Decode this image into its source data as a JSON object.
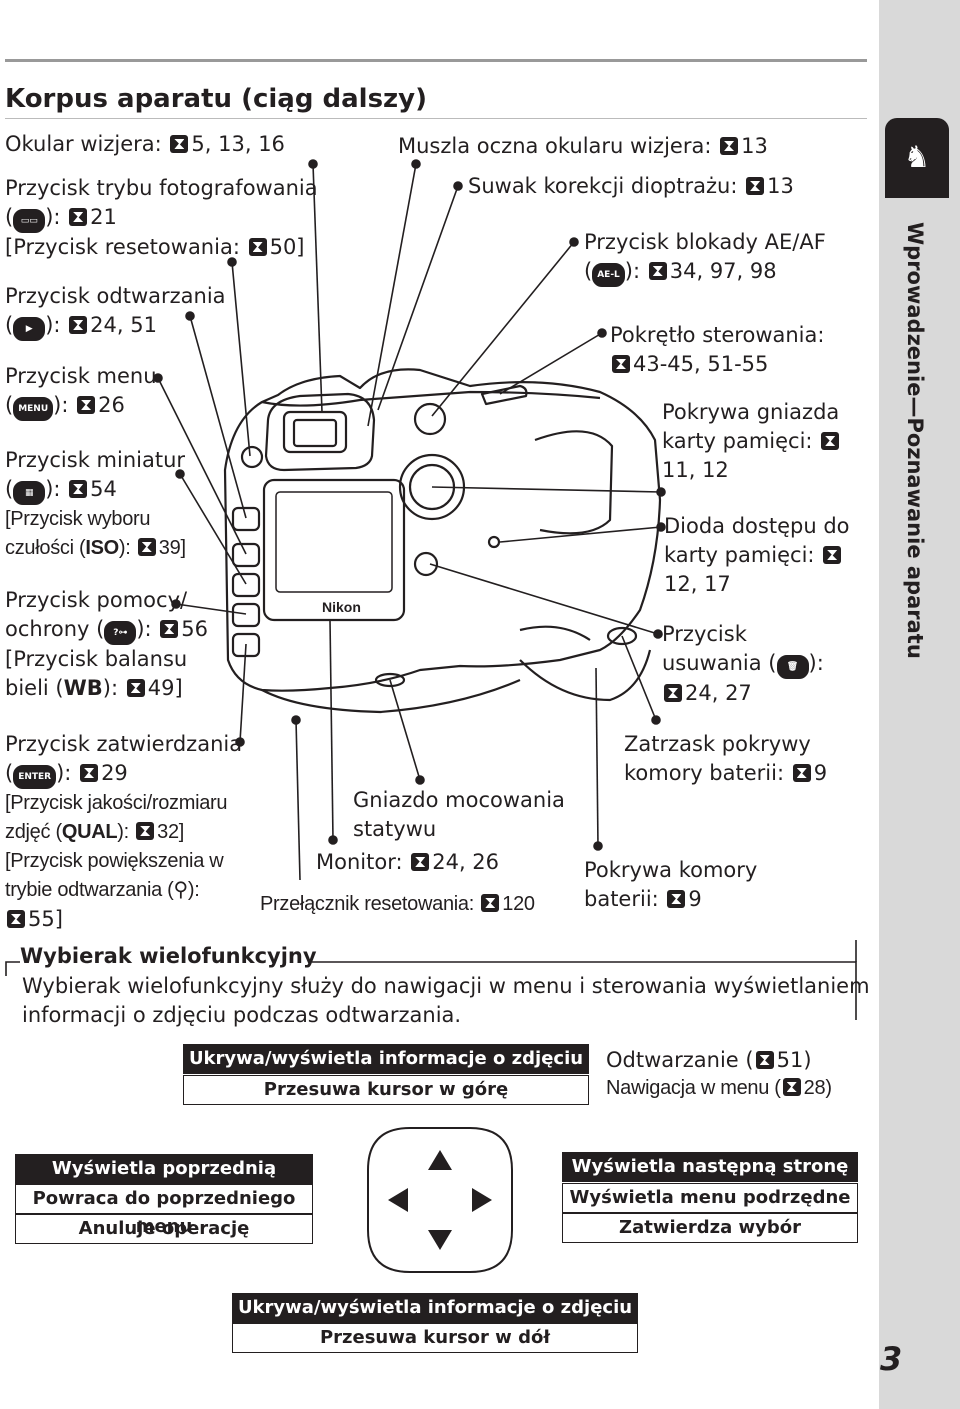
{
  "title": "Korpus aparatu (ciąg dalszy)",
  "side_tab": {
    "text": "Wprowadzenie—Poznawanie aparatu",
    "icon": "rooster-icon"
  },
  "page_number": "3",
  "labels": {
    "okular": "Okular wizjera: ",
    "okular_ref": "5, 13, 16",
    "tryb1": "Przycisk trybu fotografowania",
    "tryb2_ref": "21",
    "tryb3a": "[Przycisk resetowania: ",
    "tryb3_ref": "50]",
    "odtw1": "Przycisk odtwarzania",
    "odtw2_ref": "24, 51",
    "menu1": "Przycisk menu",
    "menu2_ref": "26",
    "min1": "Przycisk miniatur",
    "min2_ref": "54",
    "min3": "[Przycisk wyboru",
    "min4a": "czułości (",
    "min4b": "ISO",
    "min4c": "): ",
    "min4_ref": "39]",
    "pom1": "Przycisk pomocy/",
    "pom2a": "ochrony (",
    "pom2_ref": "56",
    "pom3": "[Przycisk balansu",
    "pom4a": "bieli (",
    "pom4b": "WB",
    "pom4c": "): ",
    "pom4_ref": "49]",
    "zat1": "Przycisk zatwierdzania",
    "zat2_ref": "29",
    "zat3": "[Przycisk jakości/rozmiaru",
    "zat4a": "zdjęć (",
    "zat4b": "QUAL",
    "zat4c": "): ",
    "zat4_ref": "32]",
    "zat5": "[Przycisk powiększenia w",
    "zat6": "trybie odtwarzania (",
    "zat6b": "):",
    "zat7_ref": "55]",
    "muszla": "Muszla oczna okularu wizjera: ",
    "muszla_ref": "13",
    "suwak": "Suwak korekcji dioptrażu: ",
    "suwak_ref": "13",
    "blok1": "Przycisk blokady AE/AF",
    "blok2_ref": "34, 97, 98",
    "pokr1": "Pokrętło sterowania:",
    "pokr2_ref": "43-45, 51-55",
    "gn1": "Pokrywa gniazda",
    "gn2": "karty pamięci: ",
    "gn3": "11, 12",
    "dioda1": "Dioda dostępu do",
    "dioda2": "karty pamięci: ",
    "dioda3": "12, 17",
    "usu1": "Przycisk",
    "usu2a": "usuwania (",
    "usu2b": "):",
    "usu3_ref": "24, 27",
    "zatrz1": "Zatrzask pokrywy",
    "zatrz2": "komory baterii: ",
    "zatrz2_ref": "9",
    "statyw1": "Gniazdo mocowania",
    "statyw2": "statywu",
    "monitor": "Monitor: ",
    "monitor_ref": "24, 26",
    "przel": "Przełącznik resetowania: ",
    "przel_ref": "120",
    "komora1": "Pokrywa komory",
    "komora2": "baterii: ",
    "komora2_ref": "9"
  },
  "buttons": {
    "shoot": "▭▭",
    "play": "▶",
    "menu": "MENU",
    "thumb": "▦",
    "help": "?⊶",
    "enter": "ENTER",
    "aeaf": "AE-L",
    "trash": "🗑"
  },
  "multi": {
    "heading": "Wybierak wielofunkcyjny",
    "desc1": "Wybierak wielofunkcyjny służy do nawigacji w menu i sterowania wyświetlaniem",
    "desc2": "informacji o zdjęciu podczas odtwarzania.",
    "up_head": "Ukrywa/wyświetla informacje o zdjęciu",
    "up_row": "Przesuwa kursor w górę",
    "legend1": "Odtwarzanie (",
    "legend1_ref": "51)",
    "legend2": "Nawigacja w menu (",
    "legend2_ref": "28)",
    "left_head": "Wyświetla poprzednią stronę",
    "left_row1": "Powraca do poprzedniego menu",
    "left_row2": "Anuluje operację",
    "right_head": "Wyświetla następną stronę",
    "right_row1": "Wyświetla menu podrzędne",
    "right_row2": "Zatwierdza wybór",
    "down_head": "Ukrywa/wyświetla informacje o zdjęciu",
    "down_row": "Przesuwa kursor w dół"
  },
  "camera": {
    "brand": "Nikon"
  }
}
